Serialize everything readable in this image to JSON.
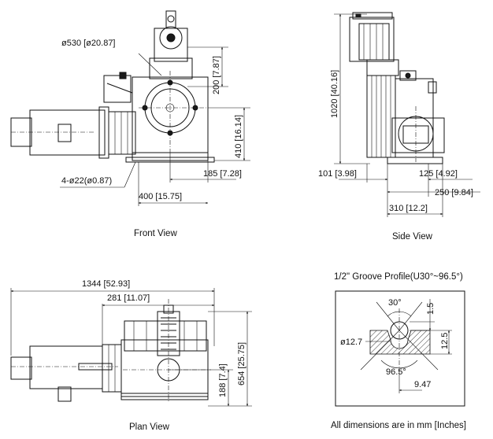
{
  "front_view": {
    "caption": "Front View",
    "dim_sheave_dia": "ø530 [ø20.87]",
    "dim_200": "200 [7.87]",
    "dim_410": "410 [16.14]",
    "dim_185": "185 [7.28]",
    "dim_400": "400 [15.75]",
    "dim_holes": "4-ø22(ø0.87)"
  },
  "side_view": {
    "caption": "Side View",
    "dim_1020": "1020 [40.16]",
    "dim_101": "101 [3.98]",
    "dim_125": "125 [4.92]",
    "dim_250": "250 [9.84]",
    "dim_310": "310 [12.2]"
  },
  "plan_view": {
    "caption": "Plan View",
    "dim_1344": "1344 [52.93]",
    "dim_281": "281 [11.07]",
    "dim_188": "188 [7.4]",
    "dim_654": "654 [25.75]"
  },
  "groove_profile": {
    "title": "1/2\" Groove Profile(U30°~96.5°)",
    "angle_top": "30°",
    "dim_1_5": "1.5",
    "dim_12_5": "12.5",
    "dim_dia": "ø12.7",
    "angle_bottom": "96.5°",
    "dim_9_47": "9.47"
  },
  "footer_note": "All dimensions are in mm [Inches]"
}
